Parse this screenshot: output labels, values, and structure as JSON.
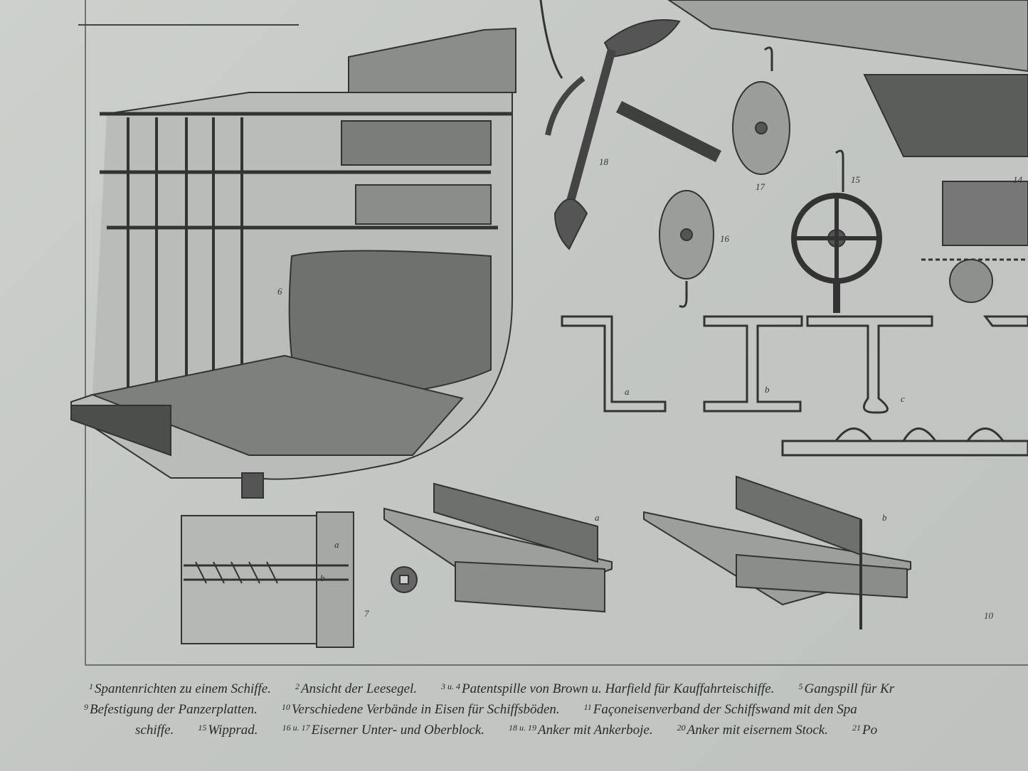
{
  "figure_labels": {
    "hull": "6",
    "bolt": "7",
    "anchor": "18",
    "block_upper": "17",
    "block_lower": "16",
    "wheel": "15",
    "capstan": "14",
    "profile_a": "a",
    "profile_b": "b",
    "profile_c": "c",
    "bolt_a": "a",
    "bolt_b": "b",
    "frame_a": "a",
    "frame_b": "b",
    "frames": "10"
  },
  "captions": {
    "line1": [
      {
        "num": "1",
        "text": "Spantenrichten zu einem Schiffe."
      },
      {
        "num": "2",
        "text": "Ansicht der Leesegel."
      },
      {
        "num": "3 u. 4",
        "text": "Patentspille von Brown u. Harfield für Kauffahrteischiffe."
      },
      {
        "num": "5",
        "text": "Gangspill für Kr"
      }
    ],
    "line2": [
      {
        "num": "9",
        "text": "Befestigung der Panzerplatten."
      },
      {
        "num": "10",
        "text": "Verschiedene Verbände in Eisen für Schiffsböden."
      },
      {
        "num": "11",
        "text": "Façoneisenverband der Schiffswand mit den Spa"
      }
    ],
    "line3": [
      {
        "num": "",
        "text": "schiffe."
      },
      {
        "num": "15",
        "text": "Wipprad."
      },
      {
        "num": "16 u. 17",
        "text": "Eiserner Unter- und Oberblock."
      },
      {
        "num": "18 u. 19",
        "text": "Anker mit Ankerboje."
      },
      {
        "num": "20",
        "text": "Anker mit eisernem Stock."
      },
      {
        "num": "21",
        "text": "Po"
      }
    ]
  }
}
